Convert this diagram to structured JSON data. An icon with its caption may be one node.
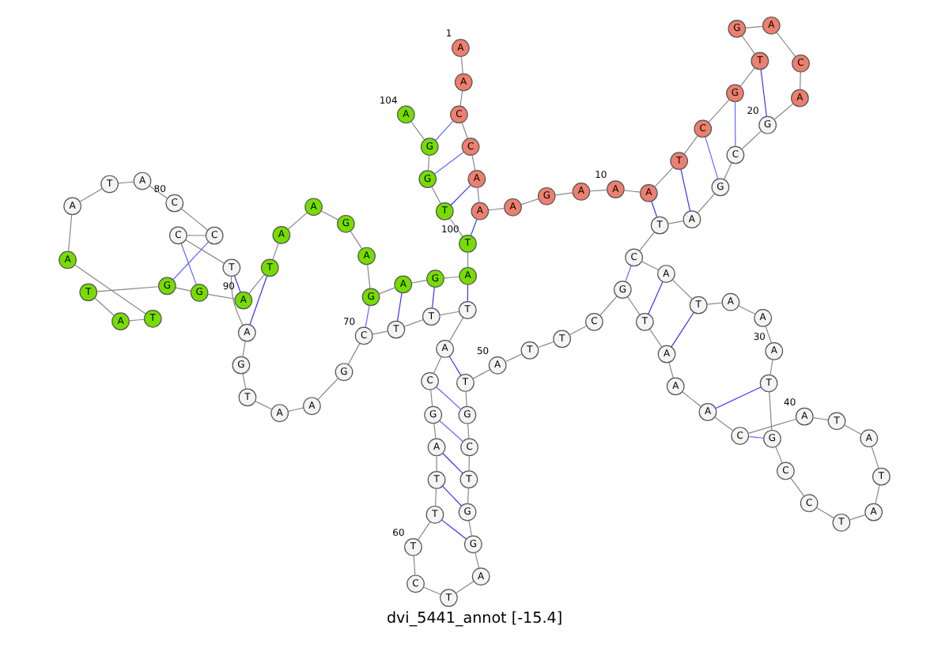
{
  "diagram": {
    "caption": "dvi_5441_annot [-15.4]",
    "nodes": [
      {
        "text": [
          "A"
        ],
        "beside": [
          "1"
        ]
      },
      {
        "text": [
          "A"
        ]
      },
      {
        "text": [
          "C"
        ]
      },
      {
        "text": [
          "C"
        ]
      },
      {
        "text": [
          "A"
        ]
      },
      {
        "text": [
          "A"
        ]
      },
      {
        "text": [
          "A"
        ]
      },
      {
        "text": [
          "G"
        ]
      },
      {
        "text": [
          "A"
        ]
      },
      {
        "text": [
          "A"
        ],
        "beside": [
          "10"
        ]
      },
      {
        "text": [
          "A"
        ]
      },
      {
        "text": [
          "T"
        ]
      },
      {
        "text": [
          "C"
        ]
      },
      {
        "text": [
          "G"
        ]
      },
      {
        "text": [
          "T"
        ]
      },
      {
        "text": [
          "G"
        ]
      },
      {
        "text": [
          "A"
        ]
      },
      {
        "text": [
          "C"
        ]
      },
      {
        "text": [
          "A"
        ]
      },
      {
        "text": [
          "G"
        ],
        "beside": [
          "20"
        ]
      },
      {
        "text": [
          "C"
        ]
      },
      {
        "text": [
          "G"
        ]
      },
      {
        "text": [
          "A"
        ]
      },
      {
        "text": [
          "T"
        ]
      },
      {
        "text": [
          "C"
        ]
      },
      {
        "text": [
          "A"
        ]
      },
      {
        "text": [
          "T"
        ]
      },
      {
        "text": [
          "A"
        ]
      },
      {
        "text": [
          "A"
        ]
      },
      {
        "text": [
          "A"
        ],
        "beside": [
          "30"
        ]
      },
      {
        "text": [
          "T"
        ]
      },
      {
        "text": [
          "G"
        ]
      },
      {
        "text": [
          "C"
        ]
      },
      {
        "text": [
          "C"
        ]
      },
      {
        "text": [
          "T"
        ]
      },
      {
        "text": [
          "A"
        ]
      },
      {
        "text": [
          "T"
        ]
      },
      {
        "text": [
          "A"
        ]
      },
      {
        "text": [
          "T"
        ]
      },
      {
        "text": [
          "A"
        ],
        "beside": [
          "40"
        ]
      },
      {
        "text": [
          "C"
        ]
      },
      {
        "text": [
          "A"
        ]
      },
      {
        "text": [
          "A"
        ]
      },
      {
        "text": [
          "A"
        ]
      },
      {
        "text": [
          "T"
        ]
      },
      {
        "text": [
          "G"
        ]
      },
      {
        "text": [
          "C"
        ]
      },
      {
        "text": [
          "T"
        ]
      },
      {
        "text": [
          "T"
        ]
      },
      {
        "text": [
          "A"
        ],
        "beside": [
          "50"
        ]
      },
      {
        "text": [
          "T"
        ]
      },
      {
        "text": [
          "G"
        ]
      },
      {
        "text": [
          "C"
        ]
      },
      {
        "text": [
          "T"
        ]
      },
      {
        "text": [
          "G"
        ]
      },
      {
        "text": [
          "G"
        ]
      },
      {
        "text": [
          "A"
        ]
      },
      {
        "text": [
          "T"
        ]
      },
      {
        "text": [
          "C"
        ]
      },
      {
        "text": [
          "T"
        ],
        "beside": [
          "60"
        ]
      },
      {
        "text": [
          "T"
        ]
      },
      {
        "text": [
          "T"
        ]
      },
      {
        "text": [
          "A"
        ]
      },
      {
        "text": [
          "G"
        ]
      },
      {
        "text": [
          "C"
        ]
      },
      {
        "text": [
          "A"
        ]
      },
      {
        "text": [
          "T"
        ]
      },
      {
        "text": [
          "T"
        ]
      },
      {
        "text": [
          "T"
        ]
      },
      {
        "text": [
          "C"
        ],
        "beside": [
          "70"
        ]
      },
      {
        "text": [
          "G"
        ]
      },
      {
        "text": [
          "A"
        ]
      },
      {
        "text": [
          "A"
        ]
      },
      {
        "text": [
          "T"
        ]
      },
      {
        "text": [
          "G"
        ]
      },
      {
        "text": [
          "A"
        ]
      },
      {
        "text": [
          "T"
        ]
      },
      {
        "text": [
          "C"
        ]
      },
      {
        "text": [
          "C"
        ]
      },
      {
        "text": [
          "C"
        ],
        "beside": [
          "80"
        ]
      },
      {
        "text": [
          "A"
        ]
      },
      {
        "text": [
          "T"
        ]
      },
      {
        "text": [
          "A"
        ]
      },
      {
        "text": [
          "A"
        ]
      },
      {
        "text": [
          "T"
        ]
      },
      {
        "text": [
          "A"
        ]
      },
      {
        "text": [
          "T"
        ]
      },
      {
        "text": [
          "G"
        ]
      },
      {
        "text": [
          "G"
        ]
      },
      {
        "text": [
          "A"
        ],
        "beside": [
          "90"
        ]
      },
      {
        "text": [
          "T"
        ]
      },
      {
        "text": [
          "A"
        ]
      },
      {
        "text": [
          "A"
        ]
      },
      {
        "text": [
          "G"
        ]
      },
      {
        "text": [
          "A"
        ]
      },
      {
        "text": [
          "G"
        ]
      },
      {
        "text": [
          "A"
        ]
      },
      {
        "text": [
          "G"
        ]
      },
      {
        "text": [
          "A"
        ]
      },
      {
        "text": [
          "T"
        ],
        "beside": [
          "100"
        ]
      },
      {
        "text": [
          "T"
        ]
      },
      {
        "text": [
          "G"
        ]
      },
      {
        "text": [
          "G"
        ]
      },
      {
        "text": [
          "A"
        ],
        "beside": [
          "104"
        ]
      }
    ],
    "edges": [
      {
        "from": 0,
        "to": 1,
        "arrow": "none"
      },
      {
        "from": 1,
        "to": 2,
        "arrow": "none"
      },
      {
        "from": 2,
        "to": 3,
        "arrow": "none"
      },
      {
        "from": 3,
        "to": 4,
        "arrow": "none"
      },
      {
        "from": 4,
        "to": 5,
        "arrow": "none"
      },
      {
        "from": 5,
        "to": 6,
        "arrow": "none"
      },
      {
        "from": 6,
        "to": 7,
        "arrow": "none"
      },
      {
        "from": 7,
        "to": 8,
        "arrow": "none"
      },
      {
        "from": 8,
        "to": 9,
        "arrow": "none"
      },
      {
        "from": 9,
        "to": 10,
        "arrow": "none"
      },
      {
        "from": 10,
        "to": 11,
        "arrow": "none"
      },
      {
        "from": 11,
        "to": 12,
        "arrow": "none"
      },
      {
        "from": 12,
        "to": 13,
        "arrow": "none"
      },
      {
        "from": 13,
        "to": 14,
        "arrow": "none"
      },
      {
        "from": 14,
        "to": 15,
        "arrow": "none"
      },
      {
        "from": 15,
        "to": 16,
        "arrow": "none"
      },
      {
        "from": 16,
        "to": 17,
        "arrow": "none"
      },
      {
        "from": 17,
        "to": 18,
        "arrow": "none"
      },
      {
        "from": 18,
        "to": 19,
        "arrow": "none"
      },
      {
        "from": 19,
        "to": 20,
        "arrow": "none"
      },
      {
        "from": 20,
        "to": 21,
        "arrow": "none"
      },
      {
        "from": 21,
        "to": 22,
        "arrow": "none"
      },
      {
        "from": 22,
        "to": 23,
        "arrow": "none"
      },
      {
        "from": 23,
        "to": 24,
        "arrow": "none"
      },
      {
        "from": 24,
        "to": 25,
        "arrow": "none"
      },
      {
        "from": 25,
        "to": 26,
        "arrow": "none"
      },
      {
        "from": 26,
        "to": 27,
        "arrow": "none"
      },
      {
        "from": 27,
        "to": 28,
        "arrow": "none"
      },
      {
        "from": 28,
        "to": 29,
        "arrow": "none"
      },
      {
        "from": 29,
        "to": 30,
        "arrow": "none"
      },
      {
        "from": 30,
        "to": 31,
        "arrow": "none"
      },
      {
        "from": 31,
        "to": 32,
        "arrow": "none"
      },
      {
        "from": 32,
        "to": 33,
        "arrow": "none"
      },
      {
        "from": 33,
        "to": 34,
        "arrow": "none"
      },
      {
        "from": 34,
        "to": 35,
        "arrow": "none"
      },
      {
        "from": 35,
        "to": 36,
        "arrow": "none"
      },
      {
        "from": 36,
        "to": 37,
        "arrow": "none"
      },
      {
        "from": 37,
        "to": 38,
        "arrow": "none"
      },
      {
        "from": 38,
        "to": 39,
        "arrow": "none"
      },
      {
        "from": 39,
        "to": 40,
        "arrow": "none"
      },
      {
        "from": 40,
        "to": 41,
        "arrow": "none"
      },
      {
        "from": 41,
        "to": 42,
        "arrow": "none"
      },
      {
        "from": 42,
        "to": 43,
        "arrow": "none"
      },
      {
        "from": 43,
        "to": 44,
        "arrow": "none"
      },
      {
        "from": 44,
        "to": 45,
        "arrow": "none"
      },
      {
        "from": 45,
        "to": 46,
        "arrow": "none"
      },
      {
        "from": 46,
        "to": 47,
        "arrow": "none"
      },
      {
        "from": 47,
        "to": 48,
        "arrow": "none"
      },
      {
        "from": 48,
        "to": 49,
        "arrow": "none"
      },
      {
        "from": 49,
        "to": 50,
        "arrow": "none"
      },
      {
        "from": 50,
        "to": 51,
        "arrow": "none"
      },
      {
        "from": 51,
        "to": 52,
        "arrow": "none"
      },
      {
        "from": 52,
        "to": 53,
        "arrow": "none"
      },
      {
        "from": 53,
        "to": 54,
        "arrow": "none"
      },
      {
        "from": 54,
        "to": 55,
        "arrow": "none"
      },
      {
        "from": 55,
        "to": 56,
        "arrow": "none"
      },
      {
        "from": 56,
        "to": 57,
        "arrow": "none"
      },
      {
        "from": 57,
        "to": 58,
        "arrow": "none"
      },
      {
        "from": 58,
        "to": 59,
        "arrow": "none"
      },
      {
        "from": 59,
        "to": 60,
        "arrow": "none"
      },
      {
        "from": 60,
        "to": 61,
        "arrow": "none"
      },
      {
        "from": 61,
        "to": 62,
        "arrow": "none"
      },
      {
        "from": 62,
        "to": 63,
        "arrow": "none"
      },
      {
        "from": 63,
        "to": 64,
        "arrow": "none"
      },
      {
        "from": 64,
        "to": 65,
        "arrow": "none"
      },
      {
        "from": 65,
        "to": 66,
        "arrow": "none"
      },
      {
        "from": 66,
        "to": 67,
        "arrow": "none"
      },
      {
        "from": 67,
        "to": 68,
        "arrow": "none"
      },
      {
        "from": 68,
        "to": 69,
        "arrow": "none"
      },
      {
        "from": 69,
        "to": 70,
        "arrow": "none"
      },
      {
        "from": 70,
        "to": 71,
        "arrow": "none"
      },
      {
        "from": 71,
        "to": 72,
        "arrow": "none"
      },
      {
        "from": 72,
        "to": 73,
        "arrow": "none"
      },
      {
        "from": 73,
        "to": 74,
        "arrow": "none"
      },
      {
        "from": 74,
        "to": 75,
        "arrow": "none"
      },
      {
        "from": 75,
        "to": 76,
        "arrow": "none"
      },
      {
        "from": 76,
        "to": 77,
        "arrow": "none"
      },
      {
        "from": 77,
        "to": 78,
        "arrow": "none"
      },
      {
        "from": 78,
        "to": 79,
        "arrow": "none"
      },
      {
        "from": 79,
        "to": 80,
        "arrow": "none"
      },
      {
        "from": 80,
        "to": 81,
        "arrow": "none"
      },
      {
        "from": 81,
        "to": 82,
        "arrow": "none"
      },
      {
        "from": 82,
        "to": 83,
        "arrow": "none"
      },
      {
        "from": 83,
        "to": 84,
        "arrow": "none"
      },
      {
        "from": 84,
        "to": 85,
        "arrow": "none"
      },
      {
        "from": 85,
        "to": 86,
        "arrow": "none"
      },
      {
        "from": 86,
        "to": 87,
        "arrow": "none"
      },
      {
        "from": 87,
        "to": 88,
        "arrow": "none"
      },
      {
        "from": 88,
        "to": 89,
        "arrow": "none"
      },
      {
        "from": 89,
        "to": 90,
        "arrow": "none"
      },
      {
        "from": 90,
        "to": 91,
        "arrow": "none"
      },
      {
        "from": 91,
        "to": 92,
        "arrow": "none"
      },
      {
        "from": 92,
        "to": 93,
        "arrow": "none"
      },
      {
        "from": 93,
        "to": 94,
        "arrow": "none"
      },
      {
        "from": 94,
        "to": 95,
        "arrow": "none"
      },
      {
        "from": 95,
        "to": 96,
        "arrow": "none"
      },
      {
        "from": 96,
        "to": 97,
        "arrow": "none"
      },
      {
        "from": 97,
        "to": 98,
        "arrow": "none"
      },
      {
        "from": 98,
        "to": 99,
        "arrow": "none"
      },
      {
        "from": 99,
        "to": 100,
        "arrow": "none"
      },
      {
        "from": 100,
        "to": 101,
        "arrow": "none"
      },
      {
        "from": 101,
        "to": 102,
        "arrow": "none"
      },
      {
        "from": 102,
        "to": 103,
        "arrow": "none"
      },
      {
        "from": 2,
        "to": 102,
        "arrow": "none",
        "color": "#6666ff"
      },
      {
        "from": 3,
        "to": 101,
        "arrow": "none",
        "color": "#6666ff"
      },
      {
        "from": 4,
        "to": 100,
        "arrow": "none",
        "color": "#3333ff"
      },
      {
        "from": 5,
        "to": 99,
        "arrow": "none",
        "color": "#3333ff"
      },
      {
        "from": 10,
        "to": 23,
        "arrow": "none",
        "color": "#3333ff"
      },
      {
        "from": 11,
        "to": 22,
        "arrow": "none",
        "color": "#3333ff"
      },
      {
        "from": 12,
        "to": 21,
        "arrow": "none",
        "color": "#6666ff"
      },
      {
        "from": 13,
        "to": 20,
        "arrow": "none",
        "color": "#6666ff"
      },
      {
        "from": 14,
        "to": 19,
        "arrow": "none",
        "color": "#3333ff"
      },
      {
        "from": 24,
        "to": 45,
        "arrow": "none",
        "color": "#6666ff"
      },
      {
        "from": 25,
        "to": 44,
        "arrow": "none",
        "color": "#3333ff"
      },
      {
        "from": 26,
        "to": 43,
        "arrow": "none",
        "color": "#3333ff"
      },
      {
        "from": 30,
        "to": 41,
        "arrow": "none",
        "color": "#3333ff"
      },
      {
        "from": 31,
        "to": 40,
        "arrow": "none",
        "color": "#6666ff"
      },
      {
        "from": 50,
        "to": 65,
        "arrow": "none",
        "color": "#3333ff"
      },
      {
        "from": 51,
        "to": 64,
        "arrow": "none",
        "color": "#6666ff"
      },
      {
        "from": 52,
        "to": 63,
        "arrow": "none",
        "color": "#6666ff"
      },
      {
        "from": 53,
        "to": 62,
        "arrow": "none",
        "color": "#3333ff"
      },
      {
        "from": 54,
        "to": 61,
        "arrow": "none",
        "color": "#3333ff"
      },
      {
        "from": 55,
        "to": 60,
        "arrow": "none",
        "color": "#3333ff"
      },
      {
        "from": 66,
        "to": 98,
        "arrow": "none",
        "color": "#3333ff"
      },
      {
        "from": 67,
        "to": 97,
        "arrow": "none",
        "color": "#3333ff"
      },
      {
        "from": 68,
        "to": 96,
        "arrow": "none",
        "color": "#3333ff"
      },
      {
        "from": 69,
        "to": 95,
        "arrow": "none",
        "color": "#6666ff"
      },
      {
        "from": 75,
        "to": 90,
        "arrow": "none",
        "color": "#3333ff"
      },
      {
        "from": 76,
        "to": 89,
        "arrow": "none",
        "color": "#3333ff"
      },
      {
        "from": 77,
        "to": 88,
        "arrow": "none",
        "color": "#6666ff"
      },
      {
        "from": 78,
        "to": 87,
        "arrow": "none",
        "color": "#6666ff"
      }
    ]
  }
}
